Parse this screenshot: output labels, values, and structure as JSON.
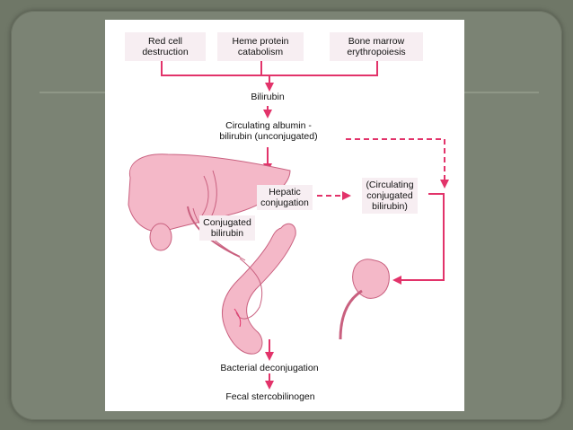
{
  "sources": [
    "Red cell destruction",
    "Heme protein catabolism",
    "Bone marrow erythropoiesis"
  ],
  "source_lines": [
    [
      "Red cell",
      "destruction"
    ],
    [
      "Heme protein",
      "catabolism"
    ],
    [
      "Bone marrow",
      "erythropoiesis"
    ]
  ],
  "nodes": {
    "bilirubin": "Bilirubin",
    "albumin_line1": "Circulating albumin -",
    "albumin_line2": "bilirubin (unconjugated)",
    "hepatic_line1": "Hepatic",
    "hepatic_line2": "conjugation",
    "conjugated_line1": "Conjugated",
    "conjugated_line2": "bilirubin",
    "circ_conj_line1": "(Circulating",
    "circ_conj_line2": "conjugated",
    "circ_conj_line3": "bilirubin)",
    "bacterial": "Bacterial deconjugation",
    "fecal": "Fecal stercobilinogen"
  },
  "colors": {
    "arrow": "#e2336a",
    "organ_fill": "#f4b8c8",
    "organ_stroke": "#c9607f",
    "label_bg": "#f7eef2",
    "slide_bg": "#6f7767",
    "panel_bg": "#7b8374"
  },
  "icons": [
    "liver-icon",
    "gallbladder-icon",
    "intestine-icon",
    "kidney-icon"
  ]
}
